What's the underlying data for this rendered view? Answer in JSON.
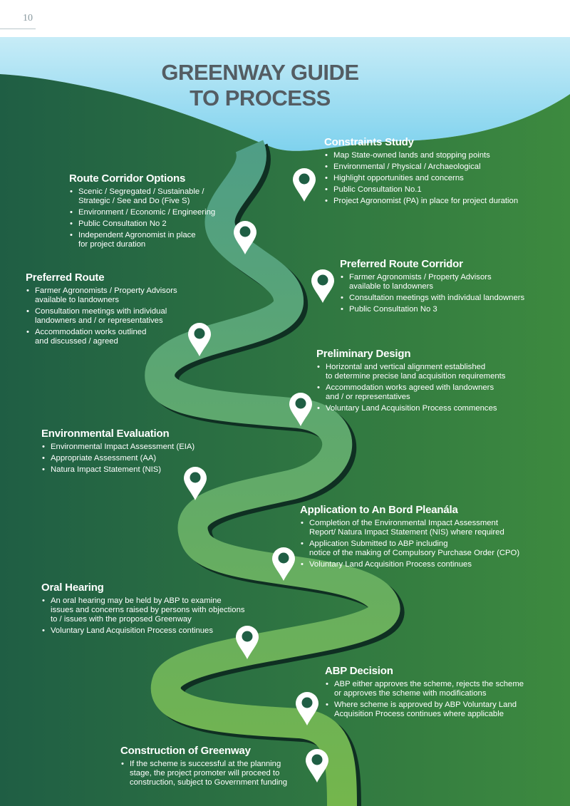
{
  "page": {
    "number": "10"
  },
  "title": {
    "line1": "GREENWAY GUIDE",
    "line2": "TO PROCESS"
  },
  "colors": {
    "sky_top": "#c7ecf7",
    "sky_bottom": "#7fd2ee",
    "background_dark": "#1f5e44",
    "background_light": "#3d8a3f",
    "road_top": "#4f9e86",
    "road_bottom": "#74b64c",
    "road_shadow": "#0f2f22",
    "pin": "#ffffff",
    "pin_dot": "#1f5e44",
    "title_text": "#545d63"
  },
  "stages": [
    {
      "heading": "Constraints Study",
      "pin_icon": "location-pin-icon",
      "items": [
        "Map State-owned lands and stopping points",
        "Environmental / Physical / Archaeological",
        "Highlight opportunities and concerns",
        "Public Consultation No.1",
        "Project Agronomist (PA) in place for project duration"
      ]
    },
    {
      "heading": "Route Corridor Options",
      "pin_icon": "location-pin-icon",
      "items": [
        "Scenic / Segregated / Sustainable /\nStrategic / See and Do (Five S)",
        "Environment / Economic / Engineering",
        "Public Consultation No 2",
        "Independent Agronomist in place\nfor project duration"
      ]
    },
    {
      "heading": "Preferred Route Corridor",
      "pin_icon": "location-pin-icon",
      "items": [
        "Farmer Agronomists / Property Advisors\navailable to landowners",
        "Consultation meetings with individual landowners",
        "Public Consultation No 3"
      ]
    },
    {
      "heading": "Preferred Route",
      "pin_icon": "location-pin-icon",
      "items": [
        "Farmer Agronomists / Property Advisors\navailable  to landowners",
        "Consultation meetings with individual\nlandowners and / or representatives",
        "Accommodation works outlined\nand discussed / agreed"
      ]
    },
    {
      "heading": "Preliminary Design",
      "pin_icon": "location-pin-icon",
      "items": [
        "Horizontal and vertical alignment established\nto determine precise land acquisition requirements",
        "Accommodation works agreed with landowners\nand / or representatives",
        "Voluntary Land Acquisition Process  commences"
      ]
    },
    {
      "heading": "Environmental Evaluation",
      "pin_icon": "location-pin-icon",
      "items": [
        "Environmental Impact Assessment (EIA)",
        "Appropriate Assessment (AA)",
        "Natura Impact Statement (NIS)"
      ]
    },
    {
      "heading": "Application to An Bord Pleanála",
      "pin_icon": "location-pin-icon",
      "items": [
        "Completion of the Environmental Impact Assessment\nReport/ Natura Impact Statement (NIS) where required",
        "Application Submitted to ABP including\nnotice of the making of Compulsory Purchase Order (CPO)",
        "Voluntary Land Acquisition Process  continues"
      ]
    },
    {
      "heading": "Oral Hearing",
      "pin_icon": "location-pin-icon",
      "items": [
        "An oral hearing may be held by ABP to examine\nissues and concerns raised by persons with objections\nto / issues with the proposed Greenway",
        "Voluntary Land Acquisition Process continues"
      ]
    },
    {
      "heading": "ABP Decision",
      "pin_icon": "location-pin-icon",
      "items": [
        "ABP either approves the scheme, rejects the scheme\nor approves the scheme with modifications",
        "Where scheme is approved by ABP Voluntary Land\nAcquisition Process continues where applicable"
      ]
    },
    {
      "heading": "Construction of Greenway",
      "pin_icon": "location-pin-icon",
      "items": [
        "If the scheme is successful at the planning\nstage, the project promoter will proceed to\nconstruction, subject to Government funding"
      ]
    }
  ]
}
